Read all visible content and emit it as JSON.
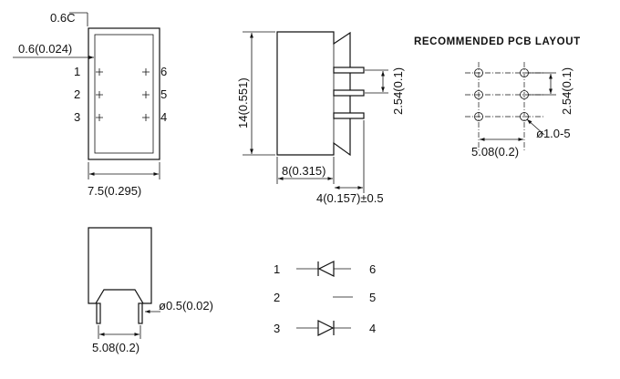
{
  "front_view": {
    "chamfer_label": "0.6C",
    "chamfer_dim_label": "0.6(0.024)",
    "width_label": "7.5(0.295)",
    "pins_left": [
      "1",
      "2",
      "3"
    ],
    "pins_right": [
      "6",
      "5",
      "4"
    ]
  },
  "side_view": {
    "height_label": "14(0.551)",
    "pitch_label": "2.54(0.1)",
    "depth_label": "8(0.315)",
    "lead_label": "4(0.157)±0.5"
  },
  "pcb_layout": {
    "title": "RECOMMENDED PCB LAYOUT",
    "pitch_label": "2.54(0.1)",
    "row_spacing_label": "5.08(0.2)",
    "hole_label": "ø1.0-5"
  },
  "bottom_view": {
    "pin_dia_label": "ø0.5(0.02)",
    "spacing_label": "5.08(0.2)"
  },
  "schematic": {
    "rows": [
      {
        "left": "1",
        "right": "6"
      },
      {
        "left": "2",
        "right": "5"
      },
      {
        "left": "3",
        "right": "4"
      }
    ]
  }
}
